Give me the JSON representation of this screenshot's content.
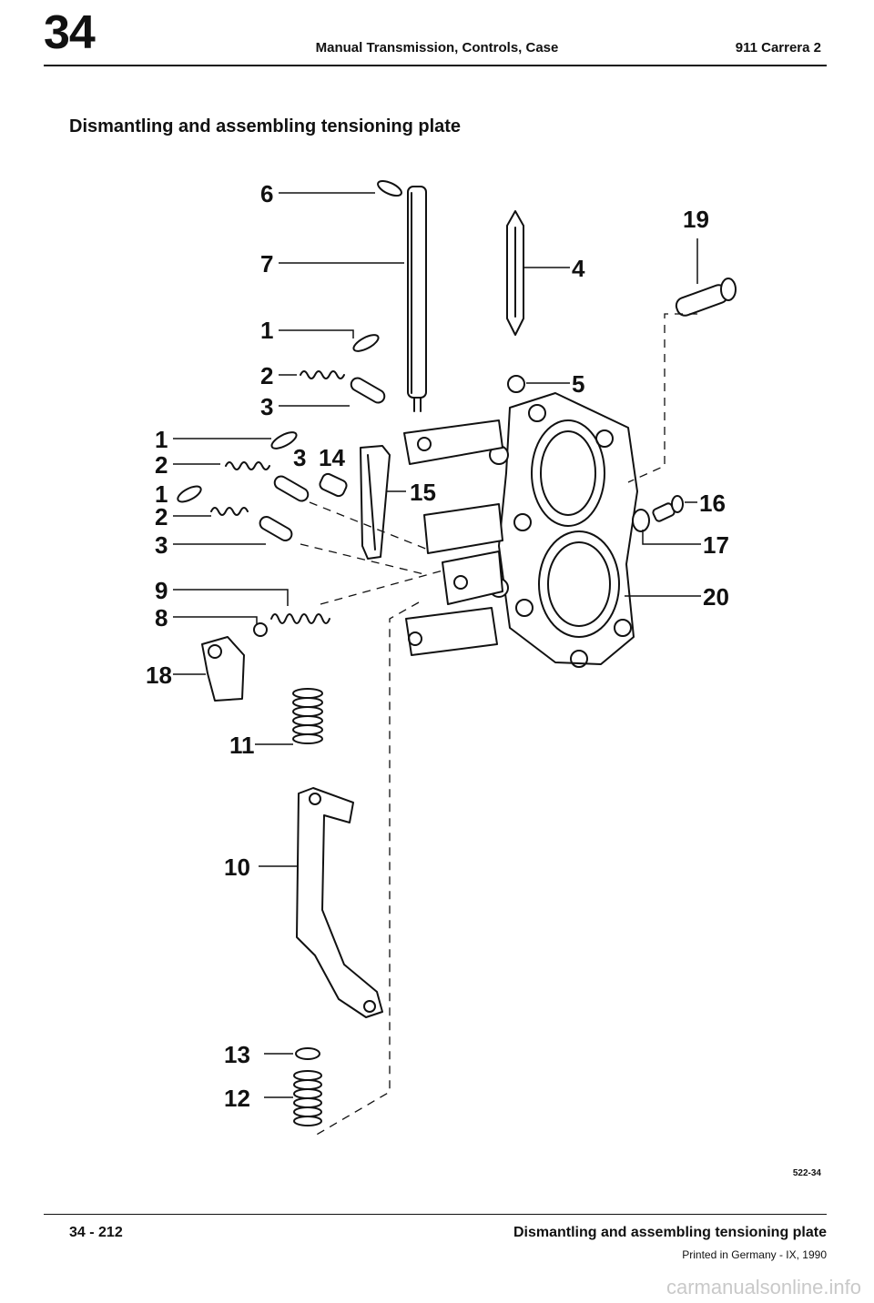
{
  "header": {
    "chapter": "34",
    "title": "Manual Transmission, Controls, Case",
    "model": "911 Carrera 2"
  },
  "section_title": "Dismantling and assembling tensioning plate",
  "diagram": {
    "labels": [
      "6",
      "7",
      "1",
      "2",
      "3",
      "1",
      "2",
      "3",
      "14",
      "1",
      "2",
      "3",
      "9",
      "8",
      "18",
      "11",
      "10",
      "13",
      "12",
      "4",
      "5",
      "15",
      "19",
      "16",
      "17",
      "20"
    ]
  },
  "figure_ref": "522-34",
  "footer": {
    "page": "34 - 212",
    "title": "Dismantling and assembling tensioning plate",
    "printed": "Printed in Germany - IX, 1990"
  },
  "watermark": "carmanualsonline.info"
}
